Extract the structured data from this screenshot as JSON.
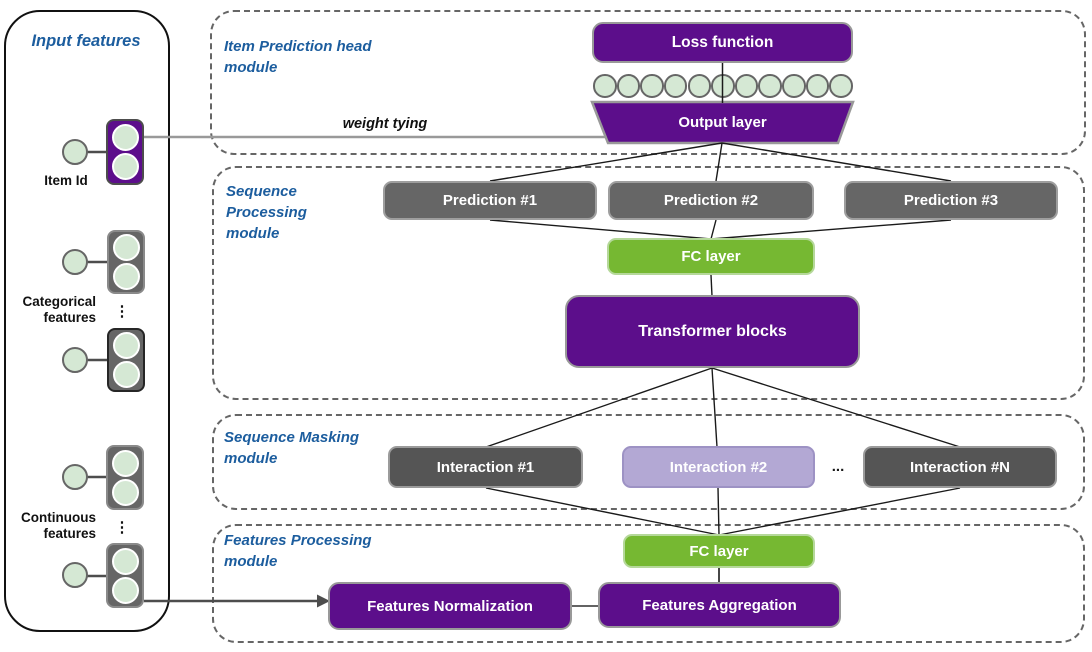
{
  "colors": {
    "purple": "#5c0e8b",
    "green": "#76b832",
    "light_purple": "#b3a8d4",
    "box_gray": "#666666",
    "box_dark_gray": "#555555",
    "node_light_green": "#d5e8d4",
    "title_blue": "#1c5d9e"
  },
  "input_panel": {
    "title": "Input features",
    "item_id_label": "Item Id",
    "categorical_label": "Categorical\nfeatures",
    "continuous_label": "Continuous\nfeatures",
    "ellipsis_vertical": "⋮"
  },
  "item_prediction_module": {
    "title": "Item Prediction head\nmodule",
    "loss_label": "Loss function",
    "softmax_units": 11,
    "output_label": "Output layer",
    "weight_tying_label": "weight tying"
  },
  "sequence_processing_module": {
    "title": "Sequence\nProcessing\nmodule",
    "predictions": [
      "Prediction #1",
      "Prediction #2",
      "Prediction #3"
    ],
    "fc_label": "FC layer",
    "transformer_label": "Transformer blocks"
  },
  "sequence_masking_module": {
    "title": "Sequence Masking\nmodule",
    "interactions": [
      "Interaction #1",
      "Interaction #2",
      "Interaction #N"
    ],
    "ellipsis": "..."
  },
  "features_processing_module": {
    "title": "Features Processing\nmodule",
    "fc_label": "FC layer",
    "normalization_label": "Features Normalization",
    "aggregation_label": "Features Aggregation"
  }
}
